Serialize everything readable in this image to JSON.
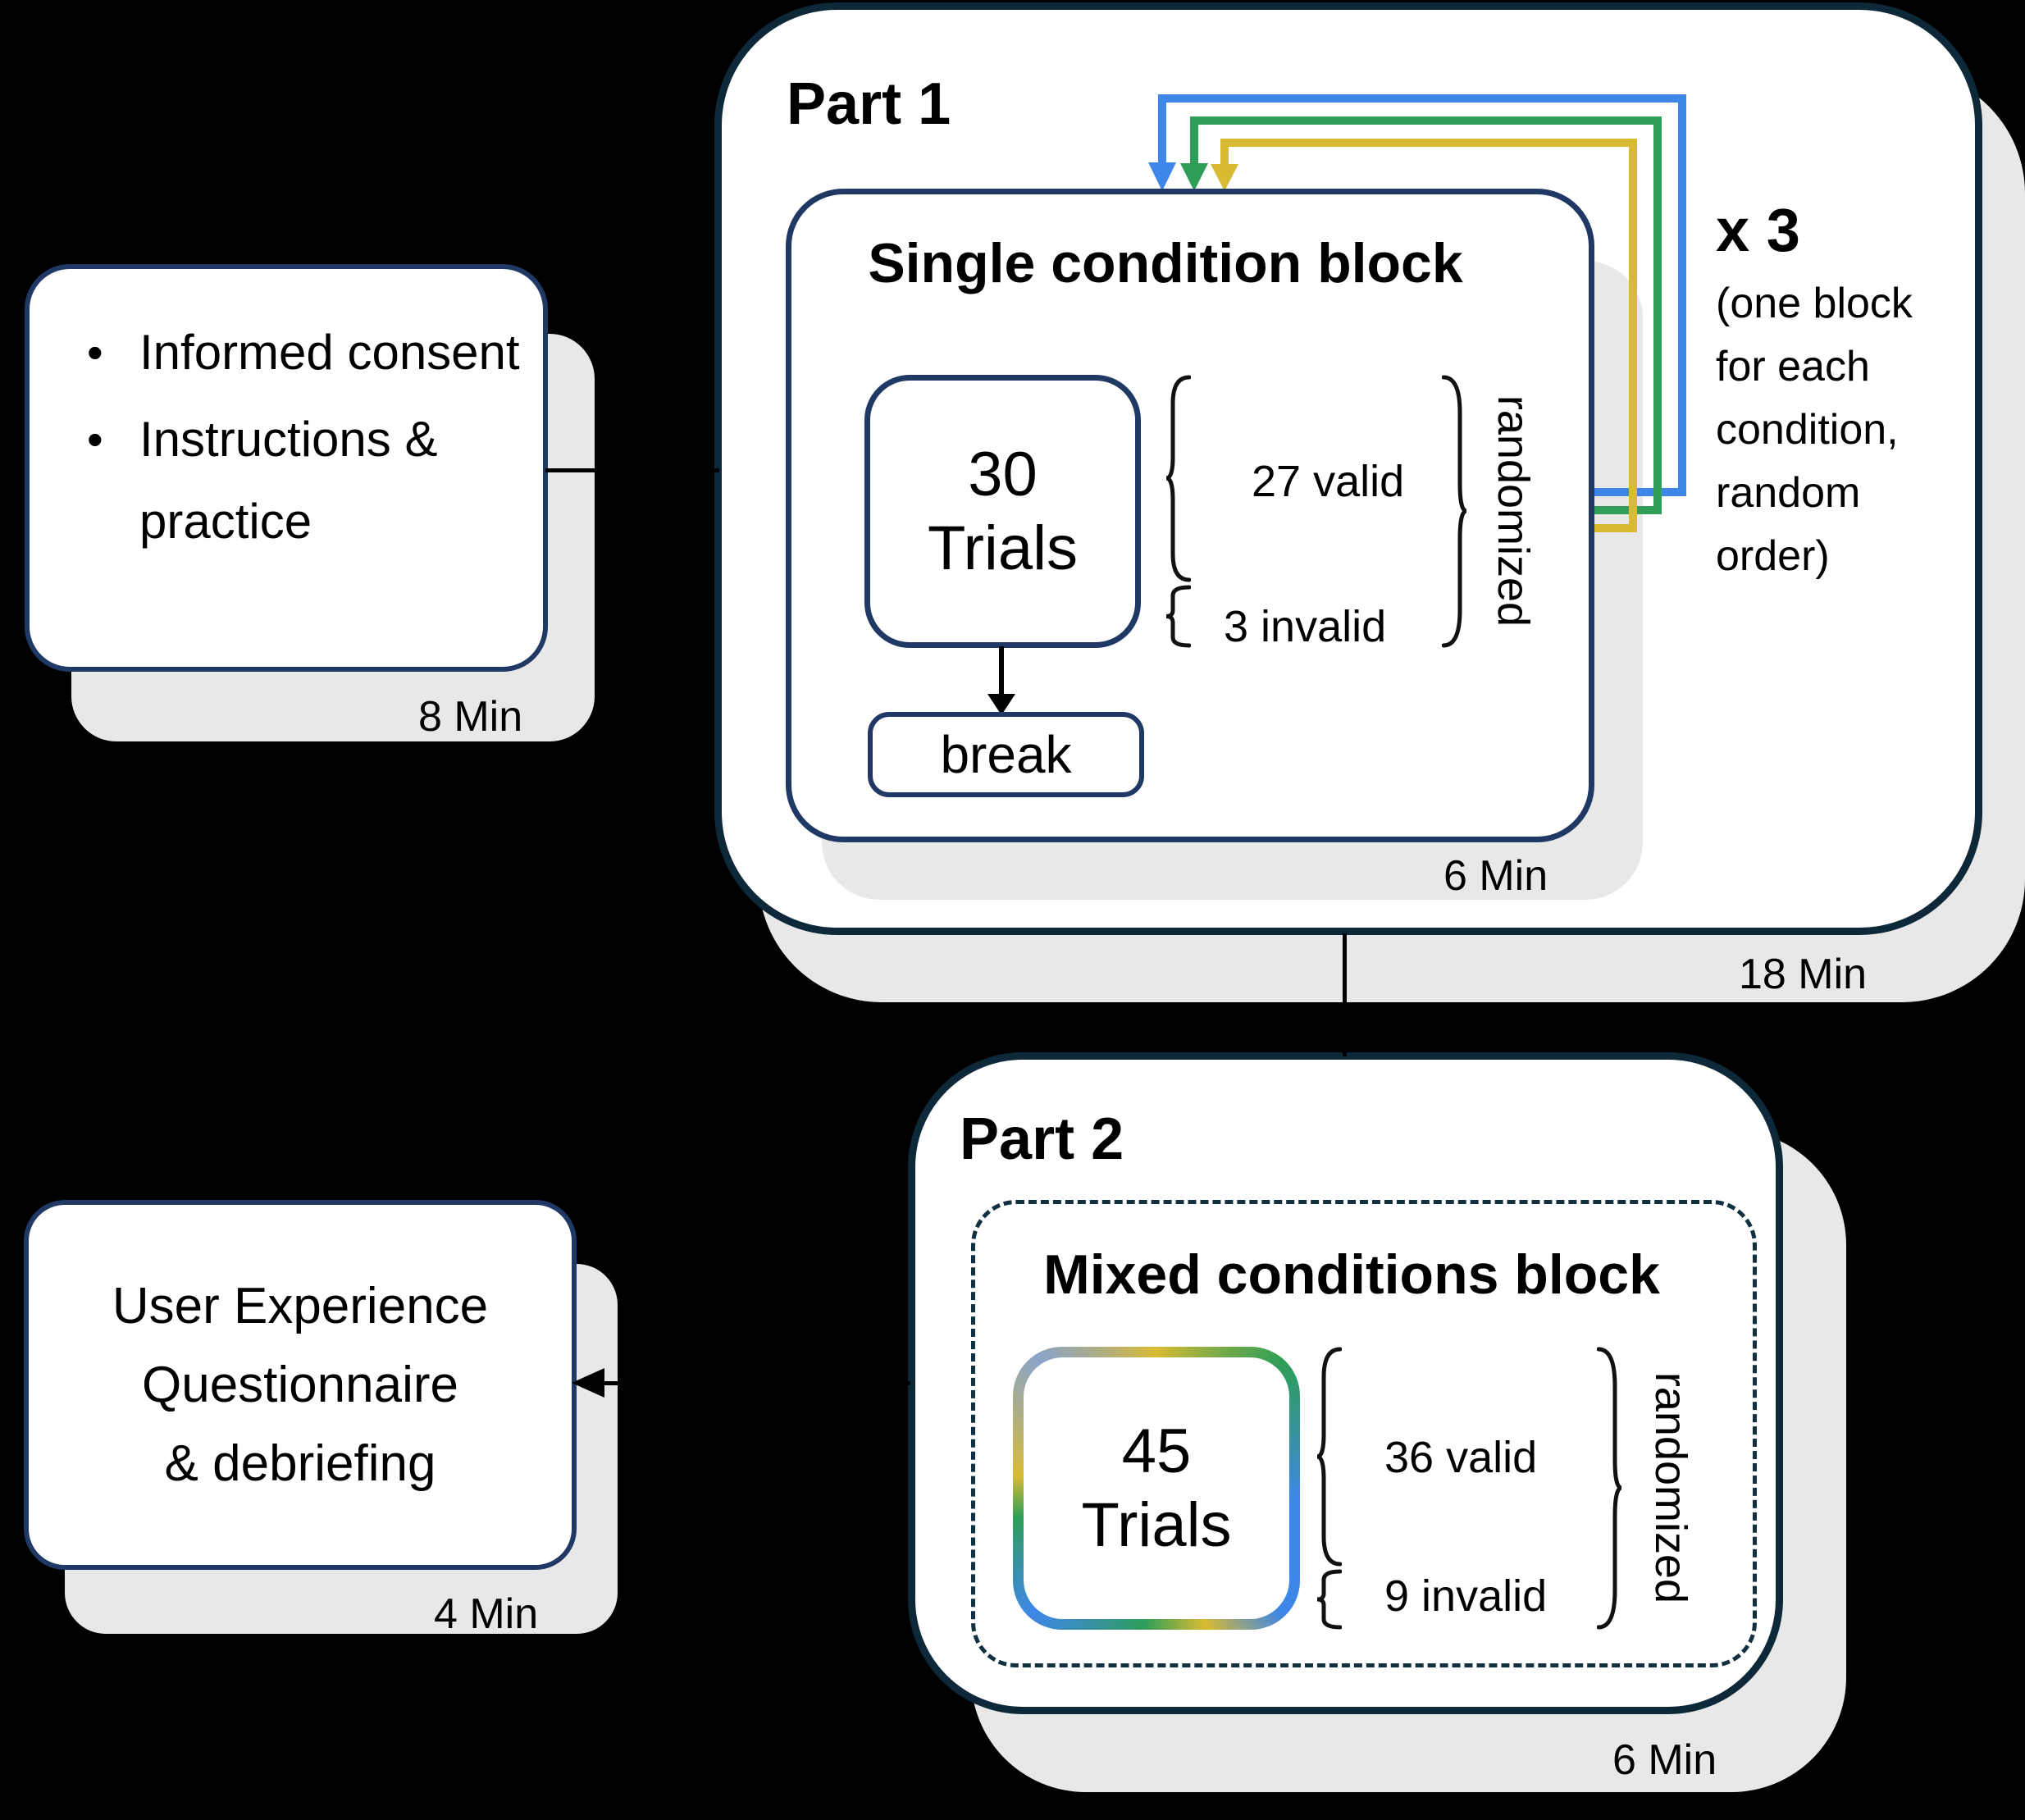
{
  "colors": {
    "accent_blue": "#3E86E8",
    "accent_green": "#2E9E58",
    "accent_yellow": "#D9BB33",
    "border_navy": "#1F3864",
    "border_dark": "#0D2838",
    "shadow_gray": "#E8E8E8",
    "background": "#000000"
  },
  "intro": {
    "bullets": [
      "Informed consent",
      "Instructions & practice"
    ],
    "bullet_glyph": "•",
    "duration": "8 Min"
  },
  "part1": {
    "title": "Part 1",
    "duration": "18 Min",
    "repeat_label": "x 3",
    "repeat_note": "(one block for each condition, random order)",
    "block": {
      "title": "Single condition block",
      "trials_line1": "30",
      "trials_line2": "Trials",
      "valid_label": "27 valid",
      "invalid_label": "3 invalid",
      "randomized_label": "randomized",
      "break_label": "break",
      "duration": "6 Min"
    }
  },
  "part2": {
    "title": "Part 2",
    "block": {
      "title": "Mixed conditions block",
      "trials_line1": "45",
      "trials_line2": "Trials",
      "valid_label": "36 valid",
      "invalid_label": "9 invalid",
      "randomized_label": "randomized",
      "duration": "6 Min"
    }
  },
  "ux": {
    "lines": [
      "User Experience",
      "Questionnaire",
      "& debriefing"
    ],
    "duration": "4 Min"
  }
}
